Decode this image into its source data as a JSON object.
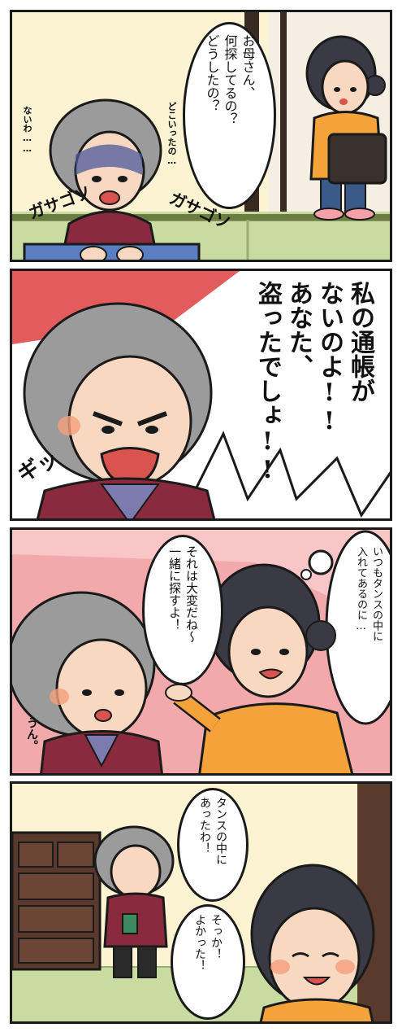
{
  "panel1": {
    "speech": [
      "お母さん、",
      "何探してるの？",
      "どうしたの？"
    ],
    "mutter_left": "ないわ……",
    "mutter_right": "どこいったの…",
    "sfx_left": "ガサゴソ",
    "sfx_right": "ガサゴソ"
  },
  "panel2": {
    "shout": [
      "私の通帳が",
      "ないのよ!!",
      "あなた、",
      "盗ったでしょ!!"
    ],
    "sfx": "ギッ"
  },
  "panel3": {
    "thought": [
      "いつもタンスの中に",
      "入れてあるのに…"
    ],
    "speech": [
      "それは大変だね～",
      "一緒に探すよ！"
    ],
    "reply": "うん。"
  },
  "panel4": {
    "speech_mother": [
      "タンスの中に",
      "あったわ！"
    ],
    "speech_daughter": [
      "そっか！",
      "よかった！"
    ]
  },
  "colors": {
    "cardigan": "#8a2a3e",
    "daughter_sweater": "#f3a33a",
    "tatami": "#c8dba0",
    "wall": "#fbf3d2",
    "red_bg": "#e35b5b",
    "pink_bg": "#f2a9ab",
    "hair_grey": "#9b9b9b"
  }
}
